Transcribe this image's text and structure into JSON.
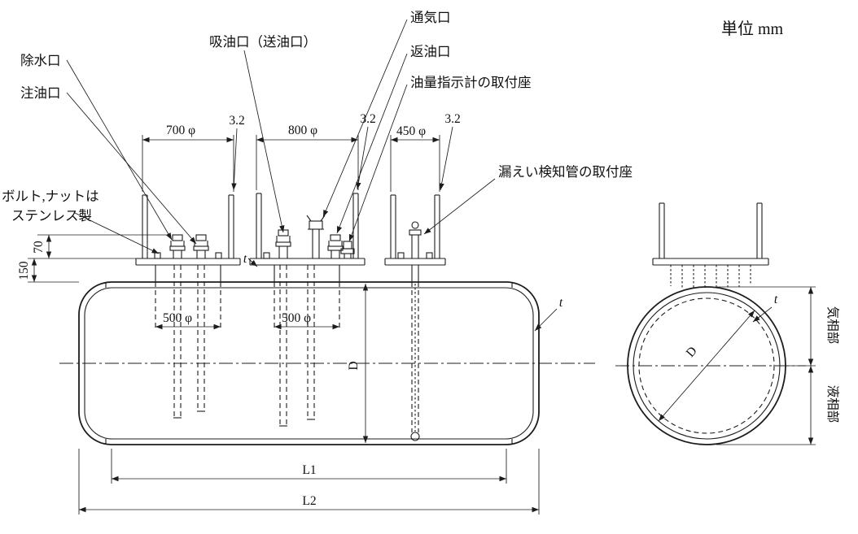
{
  "meta": {
    "unit_label": "単位  mm"
  },
  "callouts": {
    "vent": "通気口",
    "suction": "吸油口（送油口）",
    "oil_return": "返油口",
    "gauge_seat": "油量指示計の取付座",
    "water_drain": "除水口",
    "oil_fill": "注油口",
    "bolt_note_line1": "ボルト,ナットは",
    "bolt_note_line2": "ステンレス製",
    "leak_seat": "漏えい検知管の取付座",
    "gas_phase": "気相部",
    "liquid_phase": "液相部"
  },
  "dims": {
    "manhole1": "700 φ",
    "manhole2": "800 φ",
    "manhole3": "450 φ",
    "plate_thickness_1": "3.2",
    "plate_thickness_2": "3.2",
    "plate_thickness_3": "3.2",
    "fitting_height": "70",
    "neck_height": "150",
    "neck1": "500 φ",
    "neck2": "500 φ",
    "tank_diameter": "D",
    "section_diameter": "D",
    "shell_thickness": "t",
    "length_straight": "L1",
    "length_overall": "L2"
  }
}
